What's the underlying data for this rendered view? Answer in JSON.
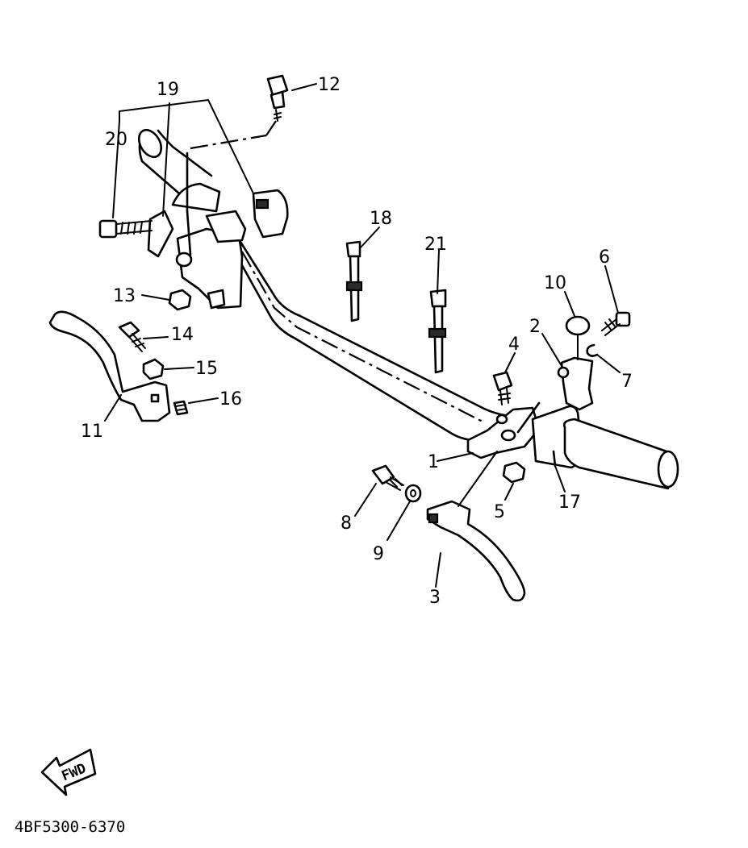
{
  "callouts": {
    "c1": "1",
    "c2": "2",
    "c3": "3",
    "c4": "4",
    "c5": "5",
    "c6": "6",
    "c7": "7",
    "c8": "8",
    "c9": "9",
    "c10": "10",
    "c11": "11",
    "c12": "12",
    "c13": "13",
    "c14": "14",
    "c15": "15",
    "c16": "16",
    "c17": "17",
    "c18": "18",
    "c19": "19",
    "c20": "20",
    "c21": "21"
  },
  "direction_badge": "FWD",
  "diagram_code": "4BF5300-6370"
}
